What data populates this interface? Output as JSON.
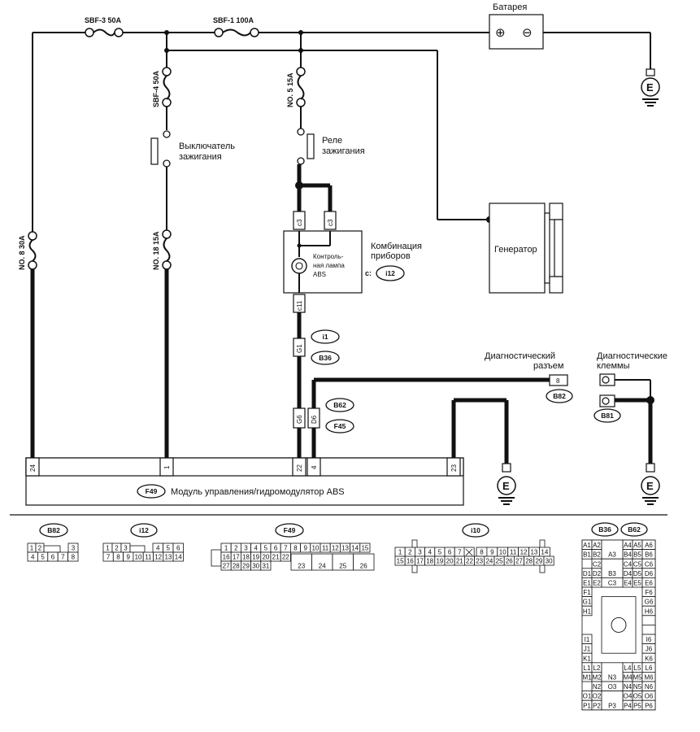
{
  "top_fuses": {
    "sbf3": "SBF-3 50A",
    "sbf1": "SBF-1 100A"
  },
  "battery": {
    "label": "Батарея",
    "plus": "⊕",
    "minus": "⊖"
  },
  "fuses": {
    "sbf4": "SBF-4 50A",
    "no5": "NO. 5 15A",
    "no8": "NO. 8 30A",
    "no18": "NO. 18 15A"
  },
  "ignition_switch": {
    "line1": "Выключатель",
    "line2": "зажигания"
  },
  "ignition_relay": {
    "line1": "Реле",
    "line2": "зажигания"
  },
  "generator": {
    "label": "Генератор"
  },
  "combination_meter": {
    "line1": "Комбинация",
    "line2": "приборов",
    "lamp_line1": "Контроль-",
    "lamp_line2": "ная лампа",
    "lamp_line3": "ABS",
    "connector_prefix": "c:",
    "connector": "i12",
    "pins": {
      "c3a": "c3",
      "c3b": "c3",
      "c11": "c11"
    }
  },
  "connectors": {
    "g1": "G1",
    "i1": "i1",
    "b36": "B36",
    "g6": "G6",
    "d6": "D6",
    "b62": "B62",
    "f45": "F45",
    "b82_pin": "8",
    "b82": "B82",
    "b81": "B81"
  },
  "diag_connector": {
    "line1": "Диагностический",
    "line2": "разъем"
  },
  "diag_terminals": {
    "line1": "Диагностические",
    "line2": "клеммы"
  },
  "ground": {
    "symbol": "E"
  },
  "abs_module": {
    "connector": "F49",
    "label": "Модуль управления/гидромодулятор ABS",
    "pins": {
      "p24": "24",
      "p1": "1",
      "p22": "22",
      "p4": "4",
      "p23": "23"
    }
  },
  "pinouts": {
    "b82": {
      "title": "B82",
      "row1": [
        "1",
        "2",
        "",
        "3"
      ],
      "row2": [
        "4",
        "5",
        "6",
        "7",
        "8"
      ]
    },
    "i12": {
      "title": "i12",
      "row1": [
        "1",
        "2",
        "3",
        "",
        "4",
        "5",
        "6"
      ],
      "row2": [
        "7",
        "8",
        "9",
        "10",
        "11",
        "12",
        "13",
        "14"
      ]
    },
    "f49": {
      "title": "F49",
      "row1": [
        "1",
        "2",
        "3",
        "4",
        "5",
        "6",
        "7",
        "8",
        "9",
        "10",
        "11",
        "12",
        "13",
        "14",
        "15"
      ],
      "row2": [
        "16",
        "17",
        "18",
        "19",
        "20",
        "21",
        "22"
      ],
      "row3": [
        "27",
        "28",
        "29",
        "30",
        "31"
      ],
      "big": [
        "23",
        "24",
        "25",
        "26"
      ]
    },
    "i10": {
      "title": "i10",
      "row1": [
        "1",
        "2",
        "3",
        "4",
        "5",
        "6",
        "7",
        "",
        "8",
        "9",
        "10",
        "11",
        "12",
        "13",
        "14"
      ],
      "row2": [
        "15",
        "16",
        "17",
        "18",
        "19",
        "20",
        "21",
        "22",
        "23",
        "24",
        "25",
        "26",
        "27",
        "28",
        "29",
        "30"
      ]
    },
    "b36b62": {
      "title1": "B36",
      "title2": "B62",
      "left": [
        "A1",
        "B1",
        "",
        "D1",
        "E1",
        "F1",
        "G1",
        "H1",
        "",
        "",
        "I1",
        "J1",
        "K1",
        "L1",
        "M1",
        "",
        "O1",
        "P1"
      ],
      "left2": [
        "A2",
        "B2",
        "C2",
        "D2",
        "E2",
        "",
        "",
        "",
        "",
        "",
        "",
        "",
        "",
        "L2",
        "M2",
        "N2",
        "O2",
        "P2"
      ],
      "center": [
        "A3",
        "B3",
        "C3",
        "N3",
        "O3",
        "P3"
      ],
      "right1": [
        "A4",
        "B4",
        "C4",
        "D4",
        "E4",
        "",
        "",
        "",
        "",
        "",
        "",
        "",
        "",
        "L4",
        "M4",
        "N4",
        "O4",
        "P4"
      ],
      "right2": [
        "A5",
        "B5",
        "C5",
        "D5",
        "E5",
        "",
        "",
        "",
        "",
        "",
        "",
        "",
        "",
        "L5",
        "M5",
        "N5",
        "O5",
        "P5"
      ],
      "right3": [
        "A6",
        "B6",
        "C6",
        "D6",
        "E6",
        "F6",
        "G6",
        "H6",
        "",
        "",
        "I6",
        "J6",
        "K6",
        "L6",
        "M6",
        "N6",
        "O6",
        "P6"
      ]
    }
  }
}
